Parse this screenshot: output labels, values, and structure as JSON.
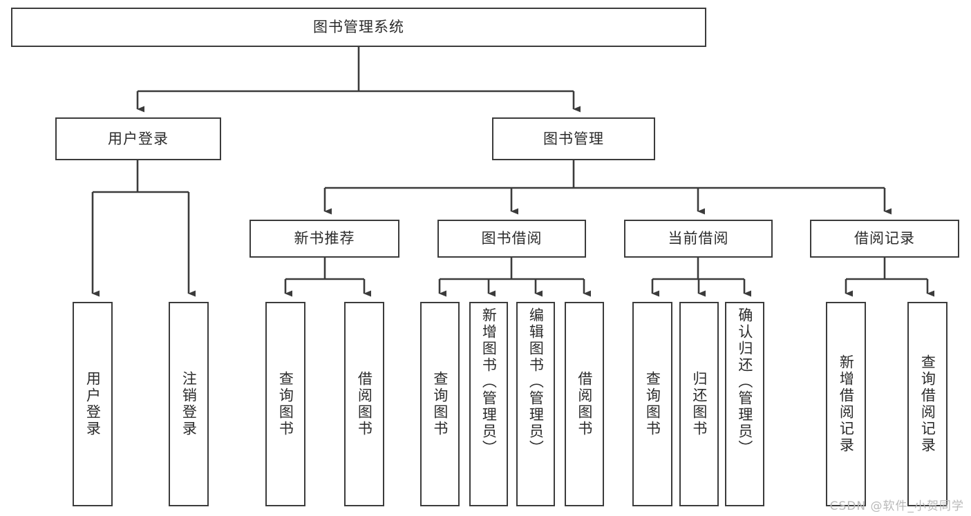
{
  "diagram": {
    "type": "tree-hierarchy-functional-decomposition",
    "root": {
      "id": "root",
      "label": "图书管理系统"
    },
    "level2": [
      {
        "id": "login",
        "label": "用户登录"
      },
      {
        "id": "bookmgmt",
        "label": "图书管理"
      }
    ],
    "level3": [
      {
        "id": "newbook",
        "label": "新书推荐",
        "parent": "bookmgmt"
      },
      {
        "id": "borrow",
        "label": "图书借阅",
        "parent": "bookmgmt"
      },
      {
        "id": "current",
        "label": "当前借阅",
        "parent": "bookmgmt"
      },
      {
        "id": "record",
        "label": "借阅记录",
        "parent": "bookmgmt"
      }
    ],
    "leaves": [
      {
        "id": "leaf-1",
        "label": "用户登录",
        "parent": "login"
      },
      {
        "id": "leaf-2",
        "label": "注销登录",
        "parent": "login"
      },
      {
        "id": "leaf-3",
        "label": "查询图书",
        "parent": "newbook"
      },
      {
        "id": "leaf-4",
        "label": "借阅图书",
        "parent": "newbook"
      },
      {
        "id": "leaf-5",
        "label": "查询图书",
        "parent": "borrow"
      },
      {
        "id": "leaf-6",
        "label": "新增图书（管理员）",
        "parent": "borrow"
      },
      {
        "id": "leaf-7",
        "label": "编辑图书（管理员）",
        "parent": "borrow"
      },
      {
        "id": "leaf-8",
        "label": "借阅图书",
        "parent": "borrow"
      },
      {
        "id": "leaf-9",
        "label": "查询图书",
        "parent": "current"
      },
      {
        "id": "leaf-10",
        "label": "归还图书",
        "parent": "current"
      },
      {
        "id": "leaf-11",
        "label": "确认归还（管理员）",
        "parent": "current"
      },
      {
        "id": "leaf-12",
        "label": "新增借阅记录",
        "parent": "record"
      },
      {
        "id": "leaf-13",
        "label": "查询借阅记录",
        "parent": "record"
      }
    ],
    "colors": {
      "stroke": "#3b3b3b",
      "fill": "#ffffff",
      "text": "#2b2b2b",
      "background": "#ffffff",
      "watermark": "#b9b9b9"
    }
  },
  "watermark": {
    "text": "CSDN @软件_小贺同学"
  }
}
